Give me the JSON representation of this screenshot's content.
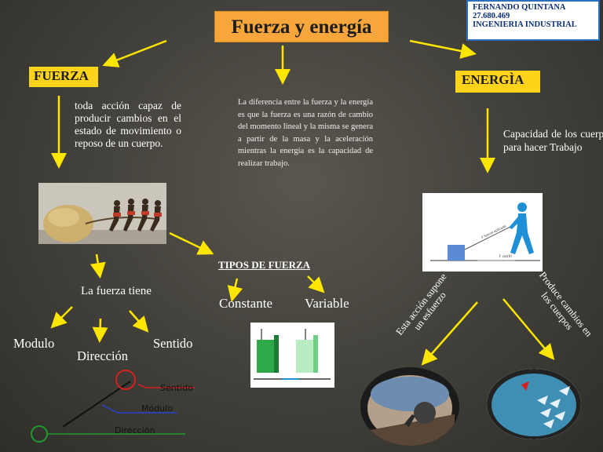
{
  "title": "Fuerza y energía",
  "author": {
    "name": "FERNANDO QUINTANA",
    "id": "27.680.469",
    "career": "INGENIERIA INDUSTRIAL"
  },
  "fuerza": {
    "header": "FUERZA",
    "definition": "toda acción capaz de producir cambios en el estado de movimiento o reposo de un cuerpo."
  },
  "energia": {
    "header": "ENERGÌA",
    "definition": "Capacidad de los cuerpo para hacer Trabajo"
  },
  "difference": "La diferencia entre la fuerza y la energía es que la fuerza es una razón de cambio del momento lineal y la misma se genera a partir de la masa y la aceleración mientras la energía es la capacidad de realizar trabajo.",
  "tipos": {
    "header": "TIPOS DE FUERZA",
    "constante": "Constante",
    "variable": "Variable"
  },
  "tiene": {
    "label": "La fuerza tiene",
    "modulo": "Modulo",
    "direccion": "Dirección",
    "sentido": "Sentido"
  },
  "vector_diagram": {
    "sentido": "Sentido",
    "modulo": "Módulo",
    "direccion": "Dirección"
  },
  "accion": "Esta acción supone un esfuerzo",
  "produce": "Produce cambios en los cuerpos",
  "colors": {
    "title_bg": "#f6a63a",
    "header_bg": "#ffd31a",
    "arrow": "#ffe600",
    "author_text": "#0d2f7a"
  }
}
